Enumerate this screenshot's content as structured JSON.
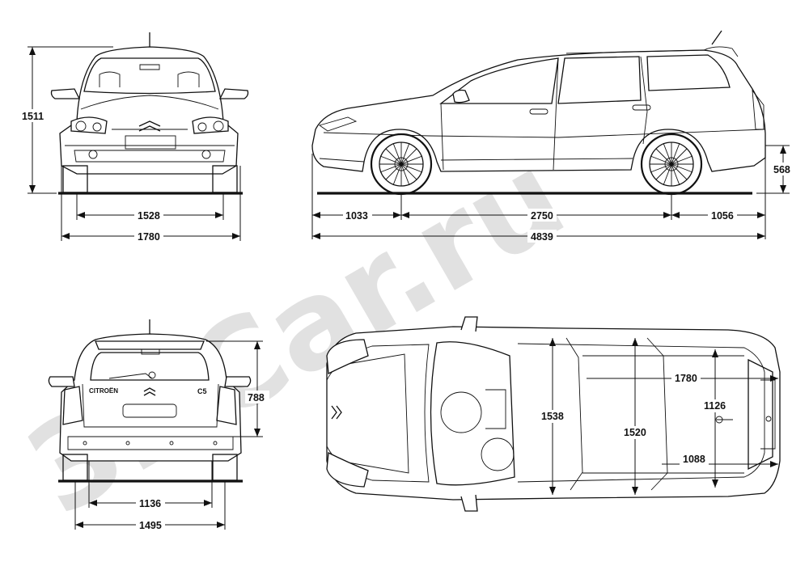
{
  "watermark": "3DCar.ru",
  "views": {
    "front": {
      "dims": {
        "height": "1511",
        "track": "1528",
        "width": "1780"
      }
    },
    "side": {
      "dims": {
        "ground_clearance": "568",
        "front_overhang": "1033",
        "wheelbase": "2750",
        "rear_overhang": "1056",
        "length": "4839"
      }
    },
    "rear": {
      "badges": {
        "brand": "CITROËN",
        "model": "C5"
      },
      "dims": {
        "opening_height": "788",
        "opening_width": "1136",
        "track": "1495"
      }
    },
    "top": {
      "dims": {
        "front_width": "1538",
        "rear_width": "1520",
        "boot_width": "1780",
        "boot_height": "1126",
        "boot_length": "1088"
      }
    }
  }
}
